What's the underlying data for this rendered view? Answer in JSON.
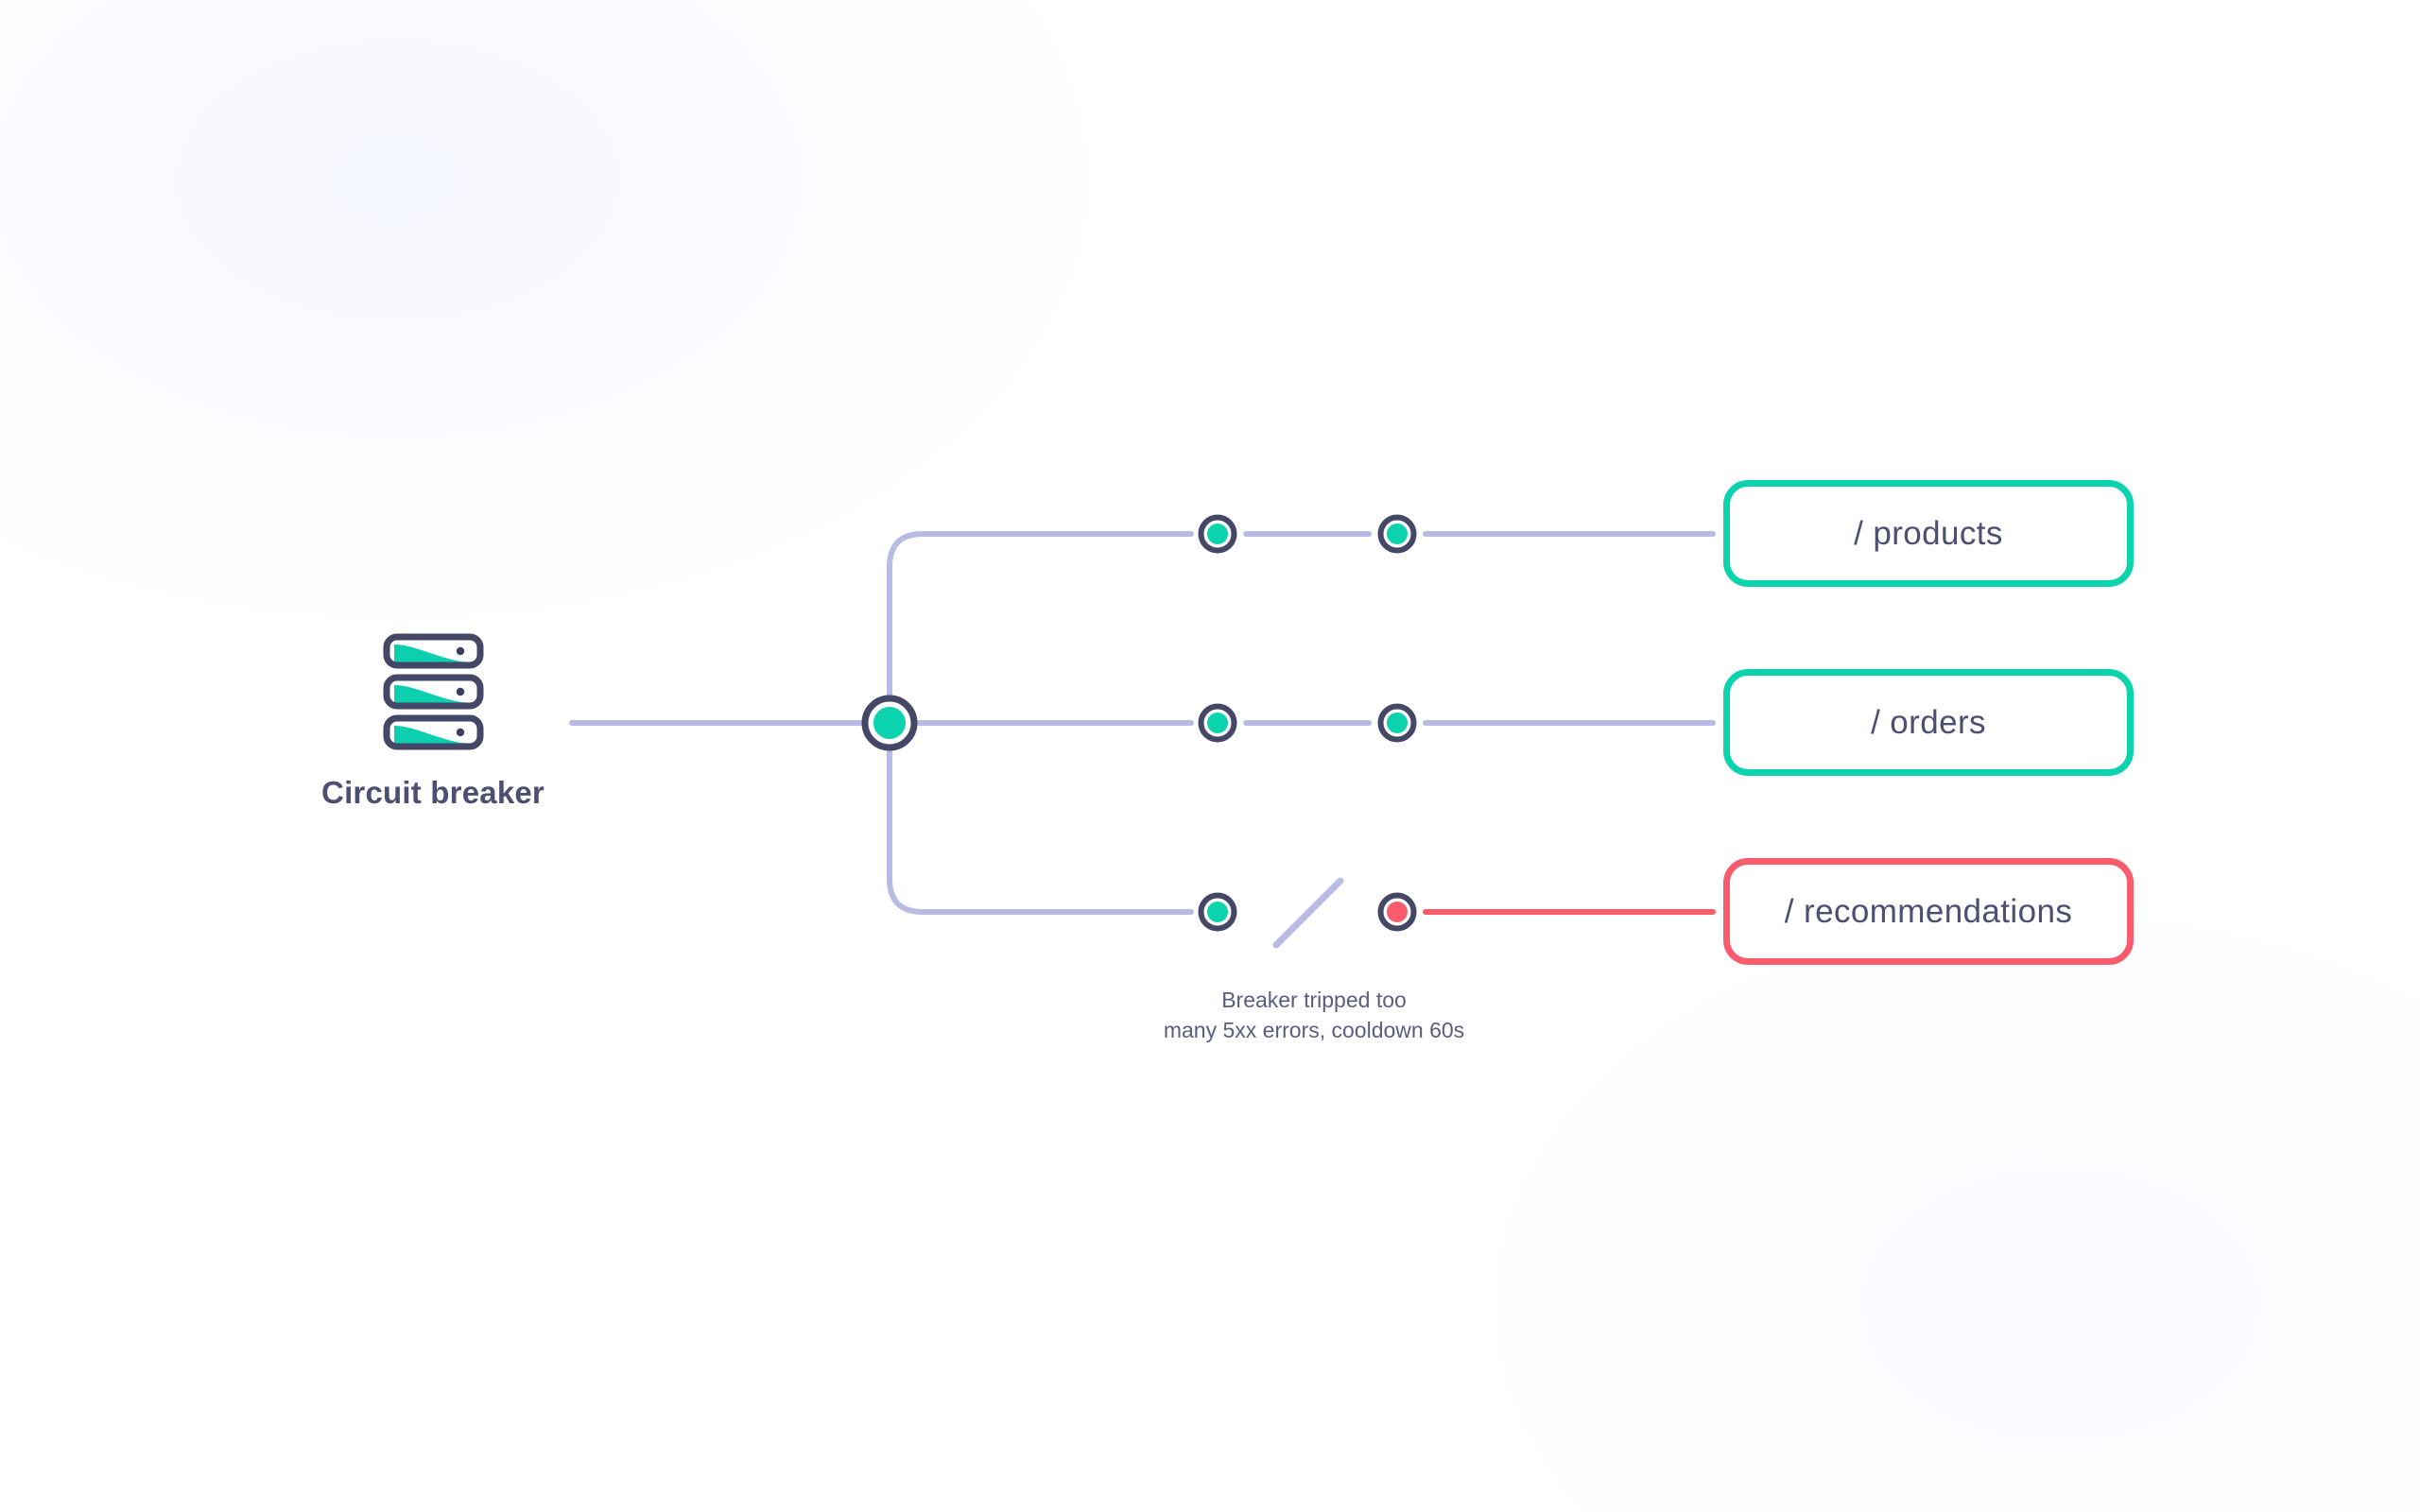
{
  "diagram": {
    "type": "circuit-breaker-routing",
    "source": {
      "label": "Circuit breaker",
      "icon": "server-stack-icon",
      "bars": 3
    },
    "hub": {
      "name": "router-hub-node",
      "state": "healthy"
    },
    "routes": [
      {
        "label": "/ products",
        "state": "healthy",
        "border_color": "#0ad3ae",
        "link_color": "#b9bbe4",
        "nodes": [
          "healthy",
          "healthy"
        ],
        "broken": false
      },
      {
        "label": "/ orders",
        "state": "healthy",
        "border_color": "#0ad3ae",
        "link_color": "#b9bbe4",
        "nodes": [
          "healthy",
          "healthy"
        ],
        "broken": false
      },
      {
        "label": "/ recommendations",
        "state": "failing",
        "border_color": "#fa5c6e",
        "link_color": "#fa5c6e",
        "nodes": [
          "healthy",
          "failing"
        ],
        "broken": true
      }
    ],
    "annotation": {
      "line1": "Breaker tripped too",
      "line2": "many 5xx errors, cooldown 60s"
    },
    "colors": {
      "teal": "#0ad3ae",
      "navy": "#454766",
      "lavender": "#b9bbe4",
      "red": "#fa5c6e",
      "text": "#4d4f72",
      "background": "#ffffff"
    }
  }
}
